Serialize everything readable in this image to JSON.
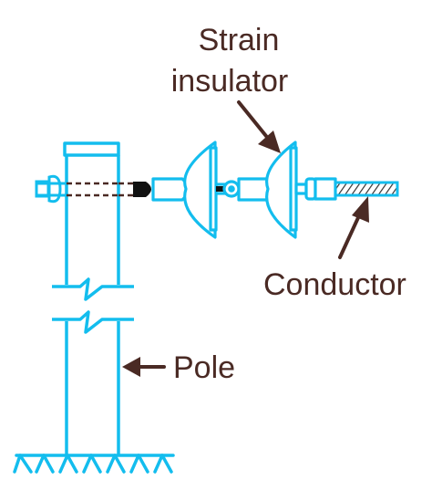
{
  "labels": {
    "strain_line1": "Strain",
    "strain_line2": "insulator",
    "conductor": "Conductor",
    "pole": "Pole"
  },
  "colors": {
    "structure": "#13bdee",
    "label_text": "#4a2a24",
    "arrow": "#4a2a24",
    "pin_black": "#111111",
    "background": "#ffffff"
  }
}
